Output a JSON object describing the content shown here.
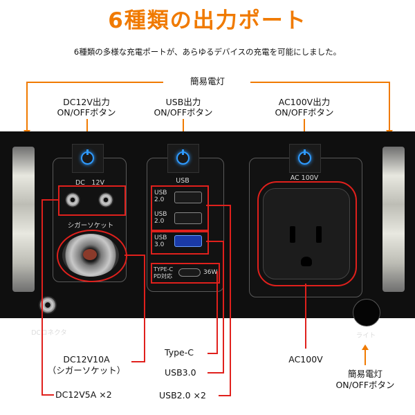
{
  "title": "6種類の出力ポート",
  "subtitle": "6種類の多様な充電ポートが、あらゆるデバイスの充電を可能にしました。",
  "top_labels": {
    "light": "簡易電灯",
    "dc12v": [
      "DC12V出力",
      "ON/OFFボタン"
    ],
    "usb": [
      "USB出力",
      "ON/OFFボタン"
    ],
    "ac100v": [
      "AC100V出力",
      "ON/OFFボタン"
    ]
  },
  "panel": {
    "dc_label": "DC　12V",
    "cigar_label": "シガーソケット",
    "usb_label": "USB",
    "usb20_a": "USB\n2.0",
    "usb20_b": "USB\n2.0",
    "usb30": "USB\n3.0",
    "typec": "TYPE-C\nPD対応",
    "typec_watt": "36W",
    "ac_label": "AC 100V",
    "dc_connector": "DCコネクタ",
    "light_button": "ライト"
  },
  "callouts": {
    "dc12v10a": [
      "DC12V10A",
      "（シガーソケット）"
    ],
    "dc12v5a": "DC12V5A ×2",
    "typec": "Type-C",
    "usb30": "USB3.0",
    "usb20": "USB2.0 ×2",
    "ac100v": "AC100V",
    "light_button": [
      "簡易電灯",
      "ON/OFFボタン"
    ]
  }
}
